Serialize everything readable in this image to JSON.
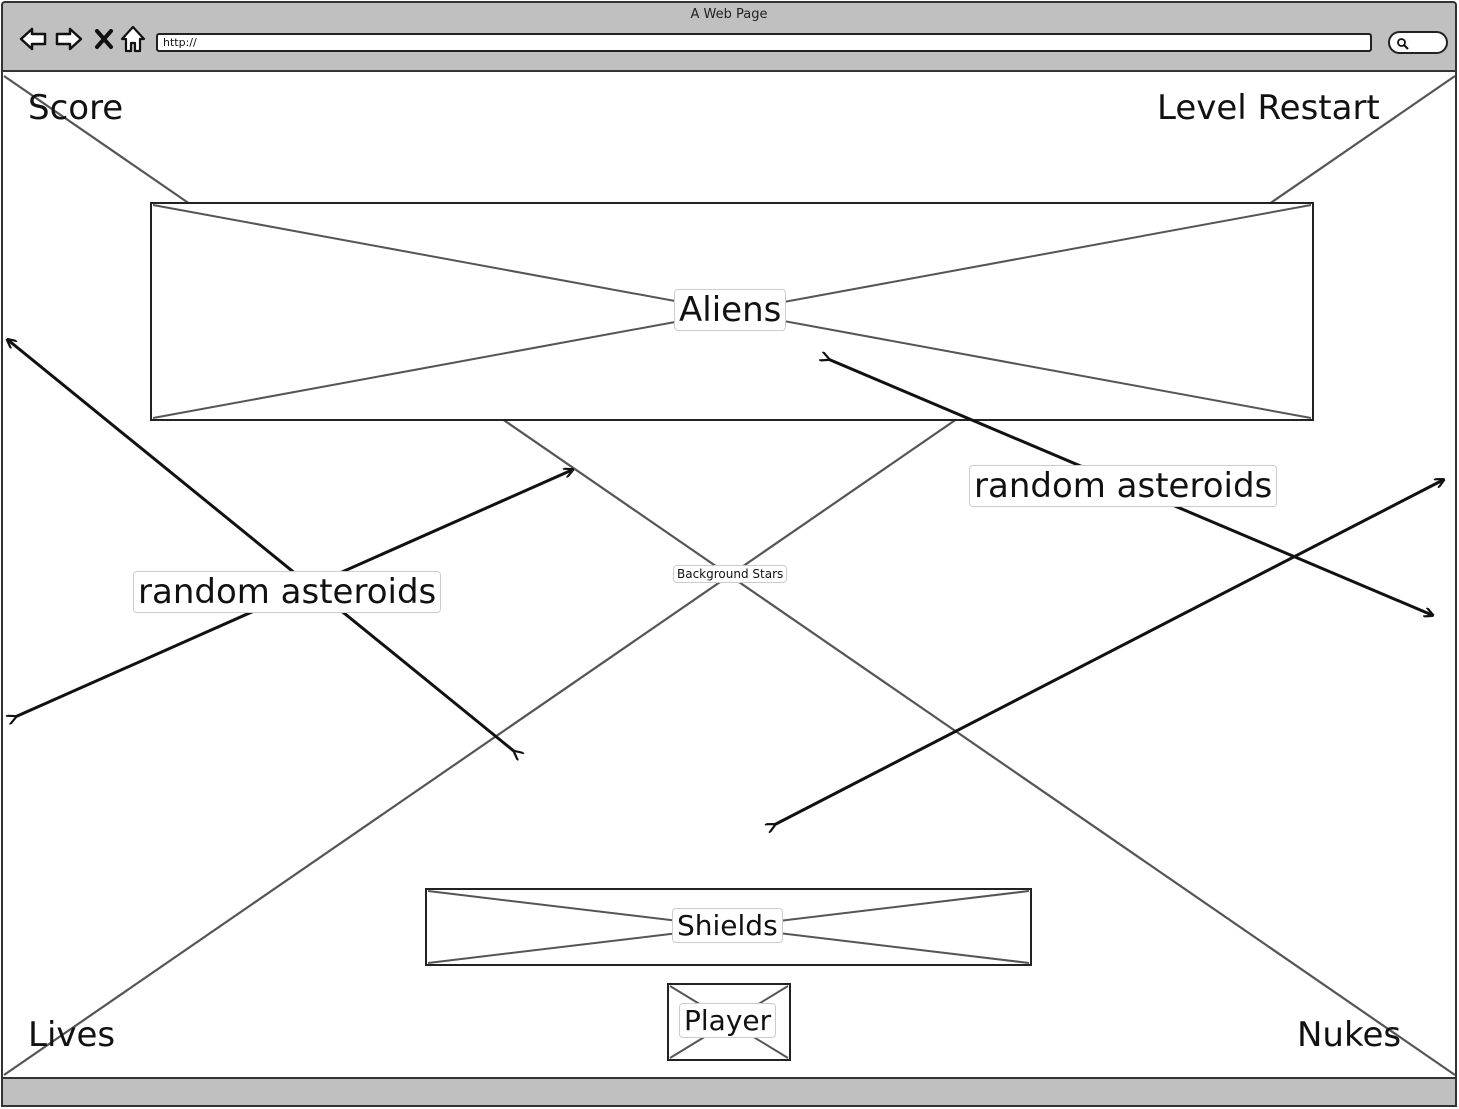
{
  "window": {
    "title": "A Web Page",
    "url": "http://"
  },
  "toolbar": {
    "icons": [
      "back-icon",
      "forward-icon",
      "stop-icon",
      "home-icon",
      "search-icon"
    ]
  },
  "hud": {
    "score": "Score",
    "level_restart": "Level Restart",
    "lives": "Lives",
    "nukes": "Nukes"
  },
  "game": {
    "aliens": "Aliens",
    "background": "Background Stars",
    "asteroids_left": "random asteroids",
    "asteroids_right": "random asteroids",
    "shields": "Shields",
    "player": "Player"
  }
}
